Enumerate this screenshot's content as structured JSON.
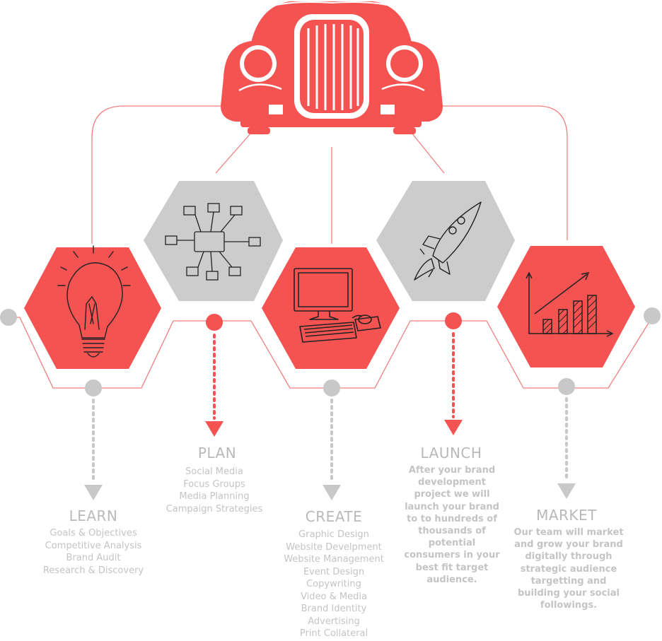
{
  "colors": {
    "accent": "#f45352",
    "hex_gray": "#cccccc",
    "dot_gray": "#c8c8c8",
    "text_gray": "#c4c4c4",
    "title_gray": "#b9b9b9",
    "line": "#f07f7e"
  },
  "stages": [
    {
      "id": "learn",
      "title": "LEARN",
      "icon": "lightbulb-icon",
      "items": [
        "Goals & Objectives",
        "Competitive Analysis",
        "Brand Audit",
        "Research & Discovery"
      ]
    },
    {
      "id": "plan",
      "title": "PLAN",
      "icon": "mind-map-icon",
      "items": [
        "Social Media",
        "Focus Groups",
        "Media Planning",
        "Campaign Strategies"
      ]
    },
    {
      "id": "create",
      "title": "CREATE",
      "icon": "computer-icon",
      "items": [
        "Graphic Design",
        "Website Develpment",
        "Website Management",
        "Event Design",
        "Copywriting",
        "Video & Media",
        "Brand Identity",
        "Advertising",
        "Print Collateral"
      ]
    },
    {
      "id": "launch",
      "title": "LAUNCH",
      "icon": "rocket-icon",
      "description": "After your brand development project we will launch your brand to to hundreds of thousands of potential consumers in your best fit target audience."
    },
    {
      "id": "market",
      "title": "MARKET",
      "icon": "growth-chart-icon",
      "description": "Our team will market and grow your brand digitally through strategic audience targetting and building your social followings."
    }
  ],
  "car_icon": "vintage-car-icon"
}
